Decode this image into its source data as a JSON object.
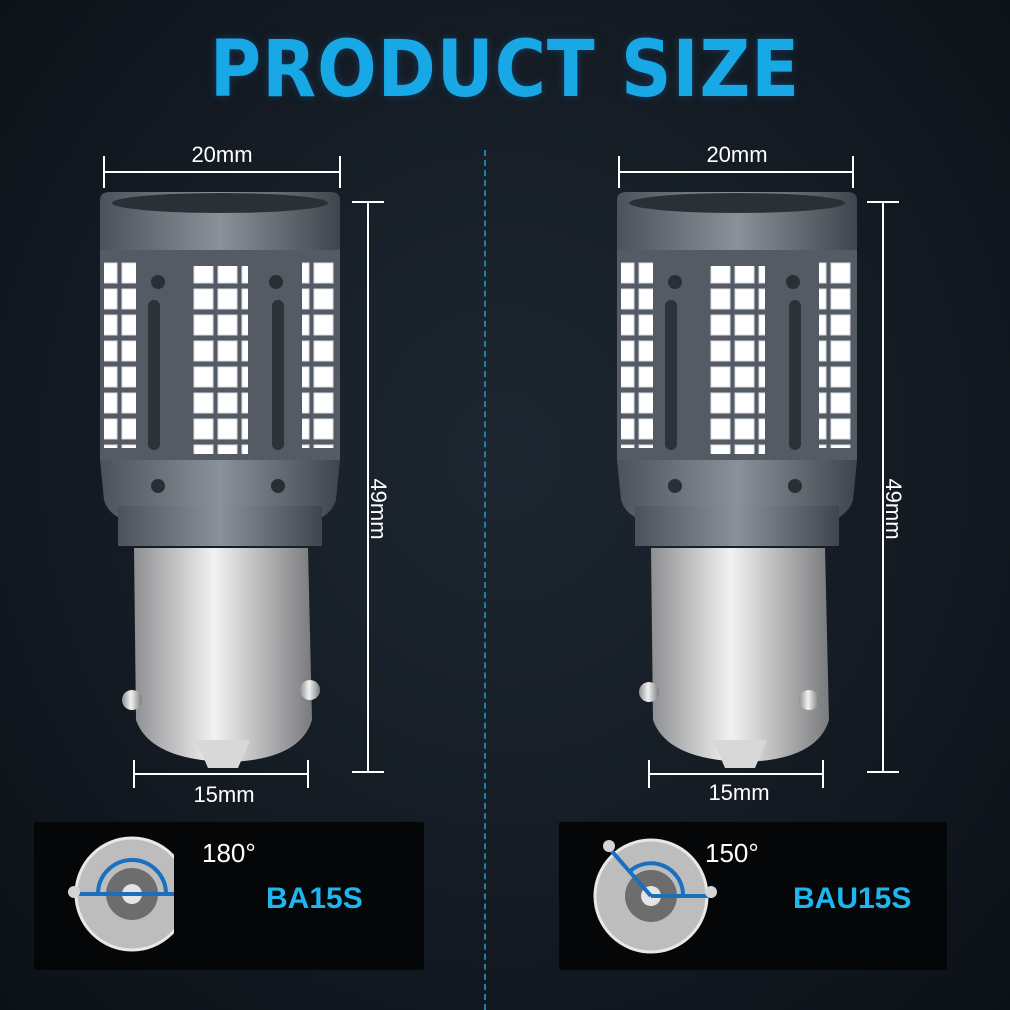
{
  "title": "PRODUCT SIZE",
  "colors": {
    "accent": "#18a8e6",
    "label": "#ffffff",
    "background": "#141b23"
  },
  "products": [
    {
      "width_label": "20mm",
      "height_label": "49mm",
      "base_label": "15mm",
      "angle_label": "180°",
      "model": "BA15S"
    },
    {
      "width_label": "20mm",
      "height_label": "49mm",
      "base_label": "15mm",
      "angle_label": "150°",
      "model": "BAU15S"
    }
  ]
}
